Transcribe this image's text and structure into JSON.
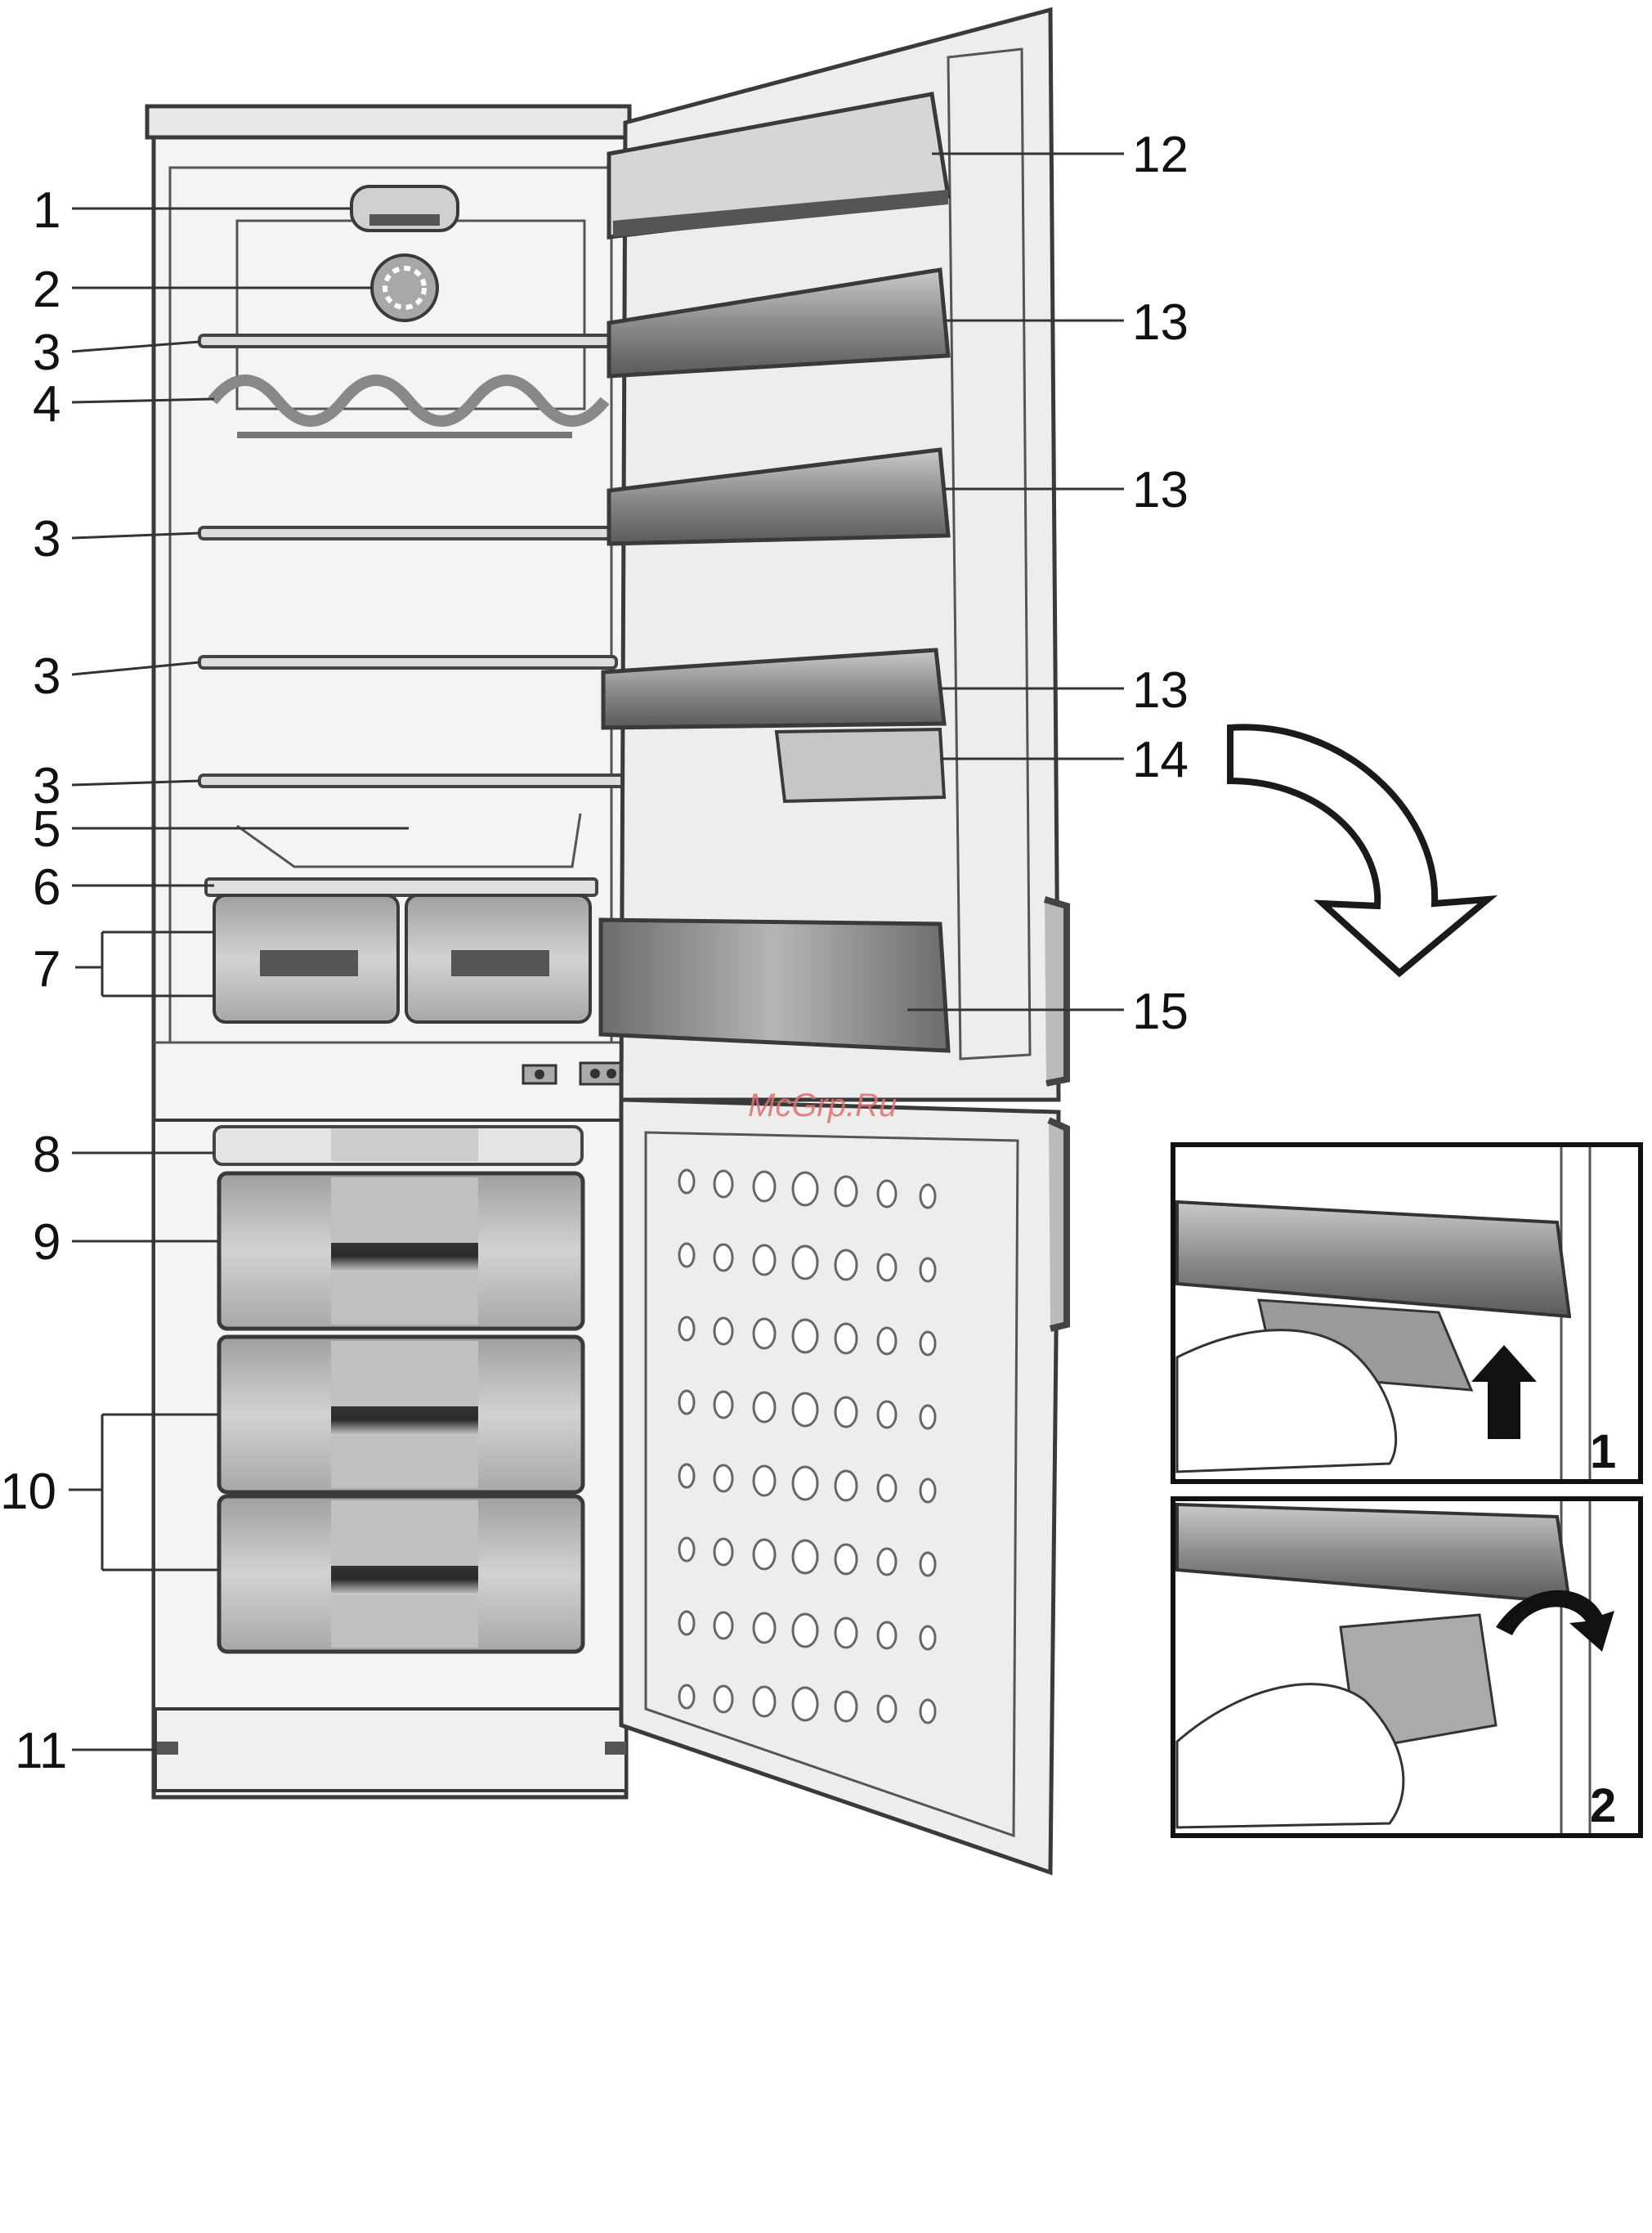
{
  "callouts": {
    "c1": "1",
    "c2": "2",
    "c3a": "3",
    "c4": "4",
    "c3b": "3",
    "c3c": "3",
    "c3d": "3",
    "c5": "5",
    "c6": "6",
    "c7": "7",
    "c8": "8",
    "c9": "9",
    "c10": "10",
    "c11": "11",
    "c12": "12",
    "c13a": "13",
    "c13b": "13",
    "c13c": "13",
    "c14": "14",
    "c15": "15"
  },
  "panels": {
    "step1": "1",
    "step2": "2"
  },
  "watermark": "McGrp.Ru",
  "colors": {
    "ink": "#3a3a3a",
    "shelf": "#8a8a8a",
    "drawer": "#b5b5b5",
    "dark": "#3c3c3c",
    "watermark": "#e07070"
  },
  "icons": {
    "arrow": "curved-arrow-icon",
    "up": "arrow-up-icon",
    "rotate": "rotate-arrow-icon"
  }
}
